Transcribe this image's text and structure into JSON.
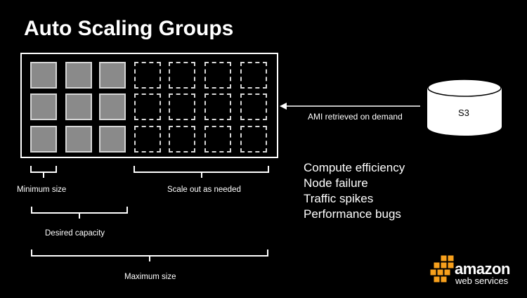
{
  "title": "Auto Scaling Groups",
  "labels": {
    "minimum_size": "Minimum size",
    "scale_out": "Scale out as needed",
    "desired_capacity": "Desired capacity",
    "maximum_size": "Maximum size",
    "ami": "AMI retrieved on demand",
    "s3": "S3"
  },
  "reasons": [
    "Compute efficiency",
    "Node failure",
    "Traffic spikes",
    "Performance bugs"
  ],
  "logo": {
    "line1": "amazon",
    "line2": "web services"
  },
  "grid": {
    "rows": 3,
    "filled_cols": 3,
    "empty_cols": 4
  },
  "colors": {
    "background": "#000000",
    "foreground": "#ffffff",
    "instance_fill": "#8a8a8a",
    "logo_orange": "#f7a01c"
  }
}
